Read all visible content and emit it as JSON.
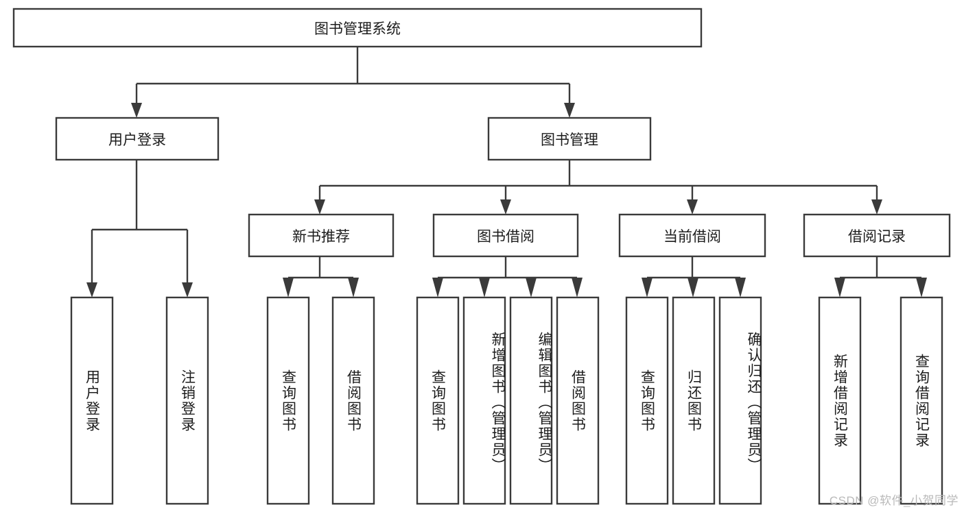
{
  "diagram": {
    "type": "tree-hierarchy",
    "title": "图书管理系统",
    "watermark": "CSDN @软件_小贺同学",
    "colors": {
      "stroke": "#3a3a3a",
      "fill": "#ffffff",
      "text": "#1c1c1c",
      "watermark": "#b9b9b9",
      "background": "#ffffff"
    },
    "nodes": {
      "root": {
        "label": "图书管理系统",
        "orientation": "horizontal",
        "level": 1
      },
      "level2": [
        {
          "id": "user-login",
          "label": "用户登录",
          "orientation": "horizontal",
          "level": 2
        },
        {
          "id": "book-manage",
          "label": "图书管理",
          "orientation": "horizontal",
          "level": 2
        }
      ],
      "level3": [
        {
          "id": "new-book-rec",
          "label": "新书推荐",
          "orientation": "horizontal",
          "level": 3
        },
        {
          "id": "book-borrow",
          "label": "图书借阅",
          "orientation": "horizontal",
          "level": 3
        },
        {
          "id": "current-borrow",
          "label": "当前借阅",
          "orientation": "horizontal",
          "level": 3
        },
        {
          "id": "borrow-record",
          "label": "借阅记录",
          "orientation": "horizontal",
          "level": 3
        }
      ],
      "leaves": {
        "user-login": [
          {
            "id": "leaf-user-login",
            "label": "用户登录",
            "orientation": "vertical"
          },
          {
            "id": "leaf-user-logout",
            "label": "注销登录",
            "orientation": "vertical"
          }
        ],
        "new-book-rec": [
          {
            "id": "leaf-query-book-1",
            "label": "查询图书",
            "orientation": "vertical"
          },
          {
            "id": "leaf-borrow-book-1",
            "label": "借阅图书",
            "orientation": "vertical"
          }
        ],
        "book-borrow": [
          {
            "id": "leaf-query-book-2",
            "label": "查询图书",
            "orientation": "vertical"
          },
          {
            "id": "leaf-add-book",
            "label": "新增图书（管理员）",
            "orientation": "vertical"
          },
          {
            "id": "leaf-edit-book",
            "label": "编辑图书（管理员）",
            "orientation": "vertical"
          },
          {
            "id": "leaf-borrow-book-2",
            "label": "借阅图书",
            "orientation": "vertical"
          }
        ],
        "current-borrow": [
          {
            "id": "leaf-query-book-3",
            "label": "查询图书",
            "orientation": "vertical"
          },
          {
            "id": "leaf-return-book",
            "label": "归还图书",
            "orientation": "vertical"
          },
          {
            "id": "leaf-confirm-return",
            "label": "确认归还（管理员）",
            "orientation": "vertical"
          }
        ],
        "borrow-record": [
          {
            "id": "leaf-add-record",
            "label": "新增借阅记录",
            "orientation": "vertical"
          },
          {
            "id": "leaf-query-record",
            "label": "查询借阅记录",
            "orientation": "vertical"
          }
        ]
      }
    }
  }
}
